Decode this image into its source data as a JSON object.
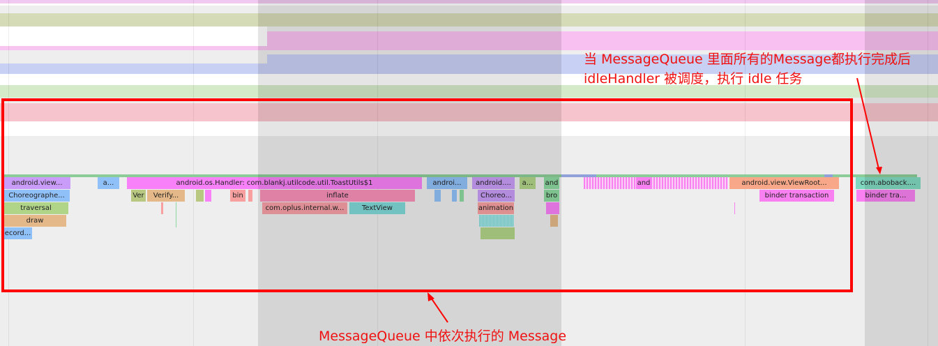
{
  "colors": {
    "annotation": "#ff0000",
    "handler": "#f880f8",
    "choreographer": "#90c0f8",
    "view": "#c89cf8",
    "traversal": "#b0d488",
    "draw": "#e4b888",
    "inflate": "#f890b8",
    "textview": "#80d8d8",
    "binder": "#f880f0",
    "viewroot": "#f8a888",
    "aboback": "#80d8c0"
  },
  "slices": {
    "android_view_1": "android.view...",
    "a_1": "a...",
    "handler_toast": "android.os.Handler: com.blankj.utilcode.util.ToastUtils$1",
    "androi_1": "androi...",
    "android_2": "android....",
    "a_2": "a...",
    "and_1": "and",
    "and_2": "and",
    "viewroot": "android.view.ViewRoot...",
    "aboback": "com.aboback....",
    "choreographer_1": "Choreographe...",
    "ver": "Ver",
    "verify": "Verify...",
    "bin": "bin",
    "inflate": "inflate",
    "choreo_2": "Choreo...",
    "bro": "bro",
    "binder_1": "binder transaction",
    "binder_2": "binder tra...",
    "traversal": "traversal",
    "oplus": "com.oplus.internal.w...",
    "textview": "TextView",
    "animation": "animation",
    "draw": "draw",
    "record": "ecord..."
  },
  "annotations": {
    "idle_line1": "当 MessageQueue 里面所有的Message都执行完成后",
    "idle_line2": "idleHandler 被调度，执行 idle 任务",
    "queue_label": "MessageQueue 中依次执行的 Message"
  }
}
